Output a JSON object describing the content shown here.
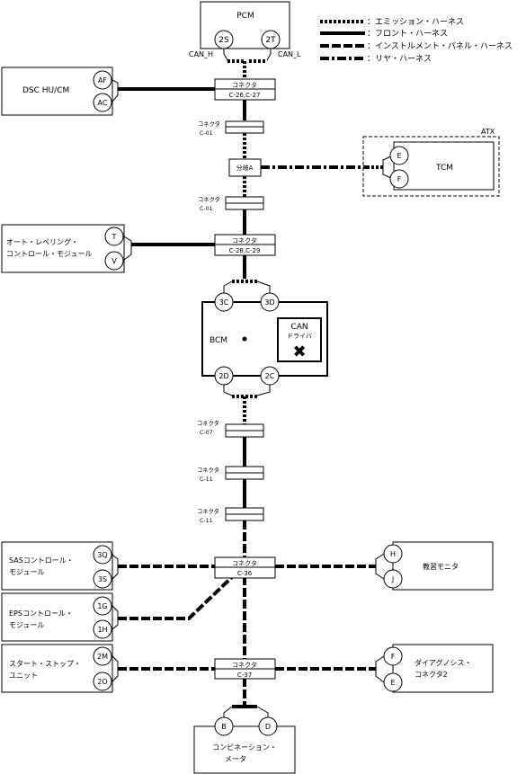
{
  "legend": [
    {
      "style": "emission",
      "label": "：エミッション・ハーネス"
    },
    {
      "style": "front",
      "label": "：フロント・ハーネス"
    },
    {
      "style": "instrument",
      "label": "：インストルメント・パネル・ハーネス"
    },
    {
      "style": "rear",
      "label": "：リヤ・ハーネス"
    }
  ],
  "modules": {
    "pcm": {
      "label": "PCM",
      "pins": [
        "2S",
        "2T"
      ],
      "can_h": "CAN_H",
      "can_l": "CAN_L"
    },
    "dsc": {
      "label": "DSC HU/CM",
      "pins": [
        "AF",
        "AC"
      ]
    },
    "tcm": {
      "label": "TCM",
      "pins": [
        "E",
        "F"
      ],
      "group": "ATX"
    },
    "auto_leveling": {
      "line1": "オート・レベリング・",
      "line2": "コントロール・モジュール",
      "pins": [
        "T",
        "V"
      ]
    },
    "bcm": {
      "label": "BCM",
      "pins": [
        "3C",
        "3D",
        "2D",
        "2C"
      ],
      "can_line1": "CAN",
      "can_line2": "ドライバ",
      "fault_mark": "✖"
    },
    "sas": {
      "line1": "SASコントロール・",
      "line2": "モジュール",
      "pins": [
        "3Q",
        "3S"
      ]
    },
    "eps": {
      "line1": "EPSコントロール・",
      "line2": "モジュール",
      "pins": [
        "1G",
        "1H"
      ]
    },
    "start_stop": {
      "line1": "スタート・ストップ・",
      "line2": "ユニット",
      "pins": [
        "2M",
        "2O"
      ]
    },
    "kyoshu": {
      "label": "教習モニタ",
      "pins": [
        "H",
        "J"
      ]
    },
    "diag": {
      "line1": "ダイアグノシス・",
      "line2": "コネクタ2",
      "pins": [
        "F",
        "E"
      ]
    },
    "meter": {
      "line1": "コンビネーション・",
      "line2": "メータ",
      "pins": [
        "B",
        "D"
      ]
    }
  },
  "connectors": {
    "c26": {
      "name": "コネクタ",
      "code": "C-26,C-27"
    },
    "c01a": {
      "name": "コネクタ",
      "code": "C-01"
    },
    "branch": {
      "label": "分岐A"
    },
    "c01b": {
      "name": "コネクタ",
      "code": "C-01"
    },
    "c28": {
      "name": "コネクタ",
      "code": "C-28,C-29"
    },
    "c07": {
      "name": "コネクタ",
      "code": "C-07"
    },
    "c11a": {
      "name": "コネクタ",
      "code": "C-11"
    },
    "c11b": {
      "name": "コネクタ",
      "code": "C-11"
    },
    "c36": {
      "name": "コネクタ",
      "code": "C-36"
    },
    "c37": {
      "name": "コネクタ",
      "code": "C-37"
    }
  }
}
